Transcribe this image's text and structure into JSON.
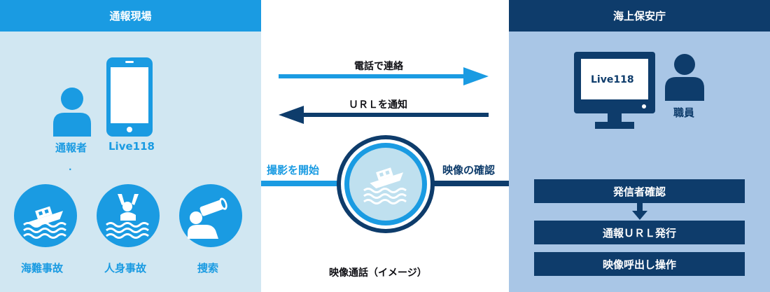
{
  "left_panel": {
    "header": "通報現場",
    "reporter_label": "通報者",
    "phone_label": "Live118",
    "dot": ".",
    "icons": [
      {
        "name": "boat-accident-icon",
        "label": "海難事故"
      },
      {
        "name": "person-overboard-icon",
        "label": "人身事故"
      },
      {
        "name": "search-binoculars-icon",
        "label": "捜索"
      }
    ]
  },
  "center": {
    "arrow_call": "電話で連絡",
    "arrow_url": "ＵＲＬを通知",
    "start_label": "撮影を開始",
    "confirm_label": "映像の確認",
    "caption": "映像通話（イメージ）"
  },
  "right_panel": {
    "header": "海上保安庁",
    "monitor_label": "Live118",
    "staff_label": "職員",
    "steps": [
      "発信者確認",
      "通報ＵＲＬ発行",
      "映像呼出し操作"
    ]
  },
  "colors": {
    "light_blue": "#1a9be2",
    "navy": "#0e3c6b",
    "left_bg": "#d1e7f2",
    "right_bg": "#a9c6e6"
  }
}
